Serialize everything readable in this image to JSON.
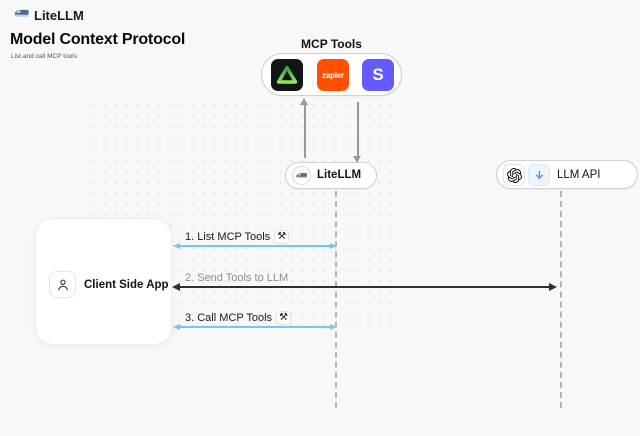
{
  "header": {
    "brand": "LiteLLM",
    "title": "Model Context Protocol",
    "subtitle": "List and call MCP tools"
  },
  "mcp_tools": {
    "label": "MCP Tools",
    "tools": [
      {
        "name": "green-triangle-tool",
        "text": ""
      },
      {
        "name": "zapier",
        "text": "zapier"
      },
      {
        "name": "stripe",
        "text": "S"
      }
    ]
  },
  "nodes": {
    "litellm": {
      "label": "LiteLLM"
    },
    "llm_api": {
      "label": "LLM API"
    },
    "client": {
      "label": "Client Side App"
    }
  },
  "messages": [
    {
      "label": "1. List MCP Tools",
      "tool_glyph": "⚒"
    },
    {
      "label": "2. Send Tools to LLM",
      "tool_glyph": ""
    },
    {
      "label": "3. Call MCP Tools",
      "tool_glyph": "⚒"
    }
  ],
  "colors": {
    "background": "#f8f8f9",
    "arrow_blue": "#76c7ec",
    "arrow_dark": "#303034",
    "zapier_orange": "#FF4F00",
    "stripe_purple": "#635BFF",
    "triangle_green_top": "#2f9e44",
    "triangle_green_bottom": "#9be15d",
    "lifeline_gray": "#b4b4b9"
  }
}
